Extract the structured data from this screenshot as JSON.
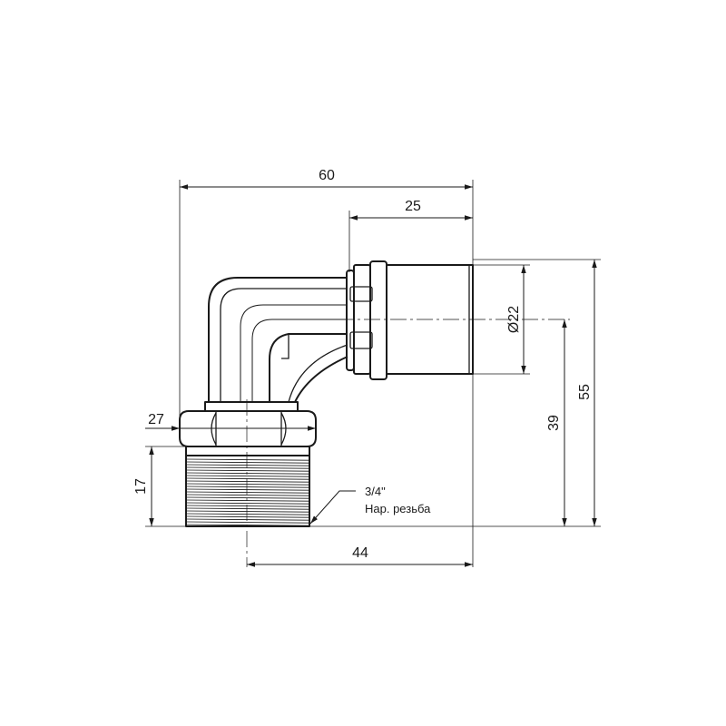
{
  "drawing": {
    "dimensions": {
      "overall_width": "60",
      "sleeve_length": "25",
      "diameter": "Ø22",
      "overall_height": "55",
      "axis_height": "39",
      "hex_size": "27",
      "thread_length": "17",
      "axis_offset": "44"
    },
    "thread_note": {
      "size": "3/4\"",
      "type": "Нар. резьба"
    }
  }
}
